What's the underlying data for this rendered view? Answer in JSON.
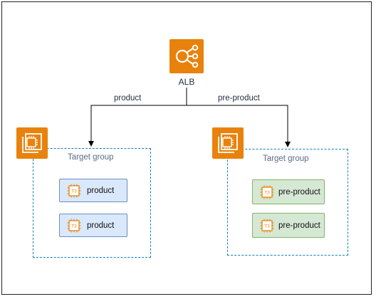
{
  "alb": {
    "label": "ALB",
    "icon": "load-balancer-icon",
    "color": "#e8820c"
  },
  "edges": {
    "left_label": "product",
    "right_label": "pre-product"
  },
  "groups": [
    {
      "label": "Target group",
      "icon": "ec2-instances-icon",
      "items": [
        {
          "chip": "T3",
          "label": "product"
        },
        {
          "chip": "T3",
          "label": "product"
        }
      ]
    },
    {
      "label": "Target group",
      "icon": "ec2-instances-icon",
      "items": [
        {
          "chip": "T3",
          "label": "pre-product"
        },
        {
          "chip": "T3",
          "label": "pre-product"
        }
      ]
    }
  ],
  "colors": {
    "aws_orange": "#e8820c",
    "group_border": "#147eba",
    "blue_fill": "#dae8fc",
    "blue_stroke": "#6c8ebf",
    "green_fill": "#d5e8d4",
    "green_stroke": "#82b366"
  }
}
